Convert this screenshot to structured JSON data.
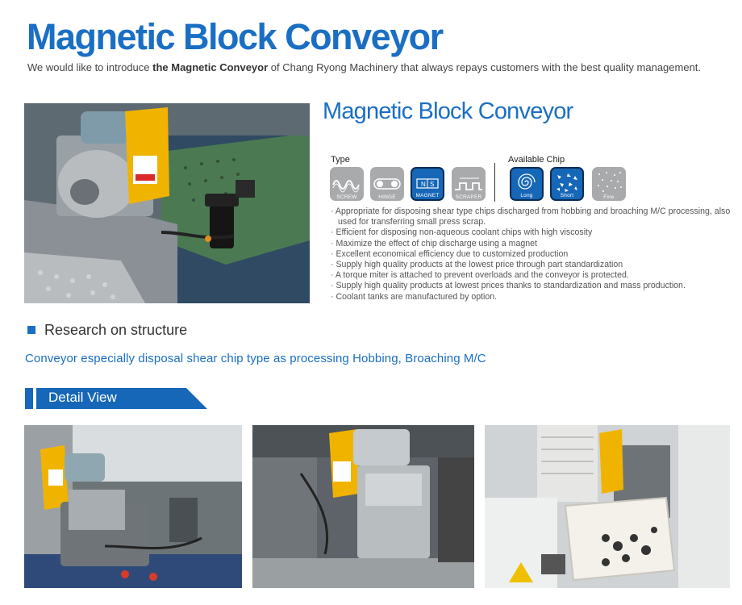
{
  "header": {
    "title": "Magnetic Block Conveyor",
    "intro_before": "We would like to introduce ",
    "intro_bold": "the Magnetic Conveyor",
    "intro_after": " of Chang Ryong Machinery that always repays customers with the best quality management."
  },
  "product": {
    "title": "Magnetic Block Conveyor",
    "type_label": "Type",
    "chip_label": "Available Chip",
    "types": [
      {
        "caption": "SCREW",
        "icon": "screw-icon",
        "selected": false
      },
      {
        "caption": "HINGE",
        "icon": "hinge-icon",
        "selected": false
      },
      {
        "caption": "MAGNET",
        "icon": "magnet-icon",
        "selected": true
      },
      {
        "caption": "SCRAPER",
        "icon": "scraper-icon",
        "selected": false
      }
    ],
    "chips": [
      {
        "caption": "Long",
        "icon": "long-chip-icon",
        "selected": true
      },
      {
        "caption": "Short",
        "icon": "short-chip-icon",
        "selected": true
      },
      {
        "caption": "Fine",
        "icon": "fine-chip-icon",
        "selected": false
      }
    ],
    "features": [
      "Appropriate for disposing shear type chips discharged from hobbing and broaching M/C processing, also used for transferring small press scrap.",
      "Efficient for disposing non-aqueous coolant chips with high viscosity",
      "Maximize the effect of chip discharge using a magnet",
      "Excellent economical efficiency due to customized production",
      "Supply high quality products at the lowest price through part standardization",
      "A torque miter is attached to prevent overloads and the conveyor is protected.",
      "Supply high quality products at lowest prices thanks to standardization and mass production.",
      "Coolant tanks are manufactured by option."
    ]
  },
  "research": {
    "heading": "Research on structure",
    "text": "Conveyor especially disposal shear chip type as processing Hobbing, Broaching M/C"
  },
  "detail": {
    "label": "Detail View"
  },
  "colors": {
    "brand_blue": "#1a6fc4",
    "icon_gray": "#a9aaac",
    "icon_selected": "#1667b7",
    "machine_yellow": "#f0b400"
  }
}
